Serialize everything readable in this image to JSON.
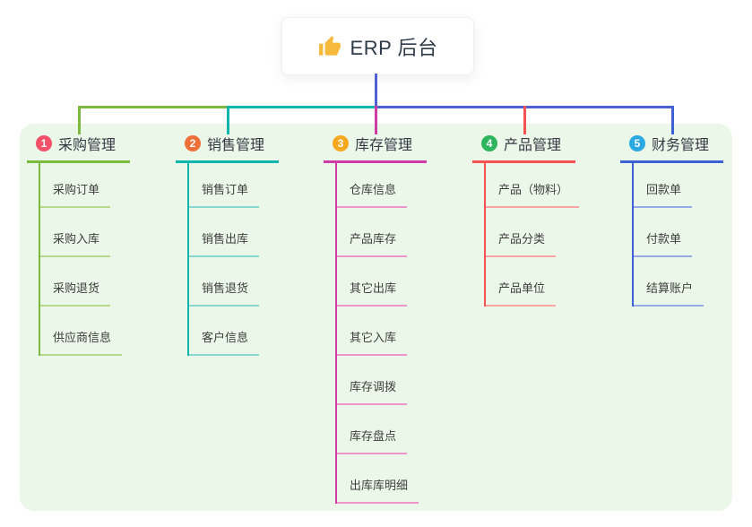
{
  "root": {
    "title": "ERP 后台",
    "icon": "thumbs-up-icon",
    "icon_color": "#f5b93c"
  },
  "connector_color": "#4e61d2",
  "panel_color": "#ebf7e8",
  "branches": [
    {
      "badge": "1",
      "badge_color": "#f4506a",
      "color": "#7cb93f",
      "light_color": "#b5da8c",
      "label": "采购管理",
      "children": [
        "采购订单",
        "采购入库",
        "采购退货",
        "供应商信息"
      ]
    },
    {
      "badge": "2",
      "badge_color": "#ef6f38",
      "color": "#10b6ac",
      "light_color": "#86d8d1",
      "label": "销售管理",
      "children": [
        "销售订单",
        "销售出库",
        "销售退货",
        "客户信息"
      ]
    },
    {
      "badge": "3",
      "badge_color": "#f6a81f",
      "color": "#cf3ba5",
      "light_color": "#ef94cb",
      "label": "库存管理",
      "children": [
        "仓库信息",
        "产品库存",
        "其它出库",
        "其它入库",
        "库存调拨",
        "库存盘点",
        "出库库明细"
      ]
    },
    {
      "badge": "4",
      "badge_color": "#2db55d",
      "color": "#f75252",
      "light_color": "#faa3a3",
      "label": "产品管理",
      "children": [
        "产品（物料）",
        "产品分类",
        "产品单位"
      ]
    },
    {
      "badge": "5",
      "badge_color": "#29a9e1",
      "color": "#3e62d4",
      "light_color": "#97a9e6",
      "label": "财务管理",
      "children": [
        "回款单",
        "付款单",
        "结算账户"
      ]
    }
  ]
}
